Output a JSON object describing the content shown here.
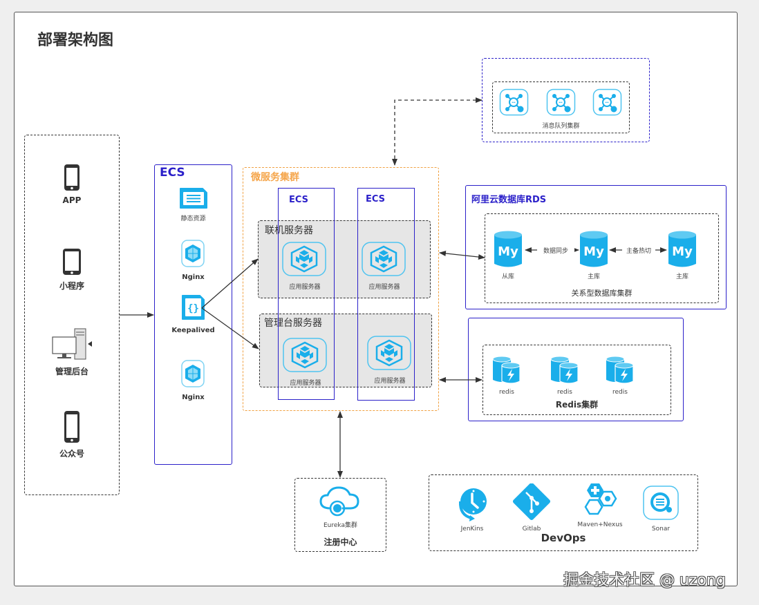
{
  "title": "部署架构图",
  "clients": {
    "items": [
      {
        "label": "APP",
        "icon": "smartphone-icon"
      },
      {
        "label": "小程序",
        "icon": "tablet-icon"
      },
      {
        "label": "管理后台",
        "icon": "desktop-computer-icon"
      },
      {
        "label": "公众号",
        "icon": "smartphone-icon"
      }
    ]
  },
  "gateway": {
    "heading": "ECS",
    "items": [
      {
        "label": "静态资源",
        "icon": "document-icon"
      },
      {
        "label": "Nginx",
        "icon": "nginx-cube-icon"
      },
      {
        "label": "Keepalived",
        "icon": "code-file-icon"
      },
      {
        "label": "Nginx",
        "icon": "nginx-cube-icon"
      }
    ]
  },
  "microservices": {
    "heading": "微服务集群",
    "ecs_columns": [
      "ECS",
      "ECS"
    ],
    "groups": [
      {
        "title": "联机服务器",
        "servers": [
          "应用服务器",
          "应用服务器"
        ]
      },
      {
        "title": "管理台服务器",
        "servers": [
          "应用服务器",
          "应用服务器"
        ]
      }
    ]
  },
  "mq": {
    "label": "消息队列集群",
    "node_count": 3
  },
  "rds": {
    "heading": "阿里云数据库RDS",
    "cluster_label": "关系型数据库集群",
    "nodes": [
      {
        "label": "从库",
        "glyph": "My"
      },
      {
        "label": "主库",
        "glyph": "My"
      },
      {
        "label": "主库",
        "glyph": "My"
      }
    ],
    "links": [
      "数据同步",
      "主备热切"
    ]
  },
  "redis": {
    "cluster_label": "Redis集群",
    "nodes": [
      "redis",
      "redis",
      "redis"
    ]
  },
  "registry": {
    "item_label": "Eureka集群",
    "heading": "注册中心"
  },
  "devops": {
    "heading": "DevOps",
    "tools": [
      "JenKins",
      "Gitlab",
      "Maven+Nexus",
      "Sonar"
    ]
  },
  "watermark": "掘金技术社区 @ uzong",
  "colors": {
    "icon_blue": "#1aaeea",
    "frame_blue": "#2a1fc9",
    "orange": "#f0a040",
    "dark": "#333333"
  }
}
